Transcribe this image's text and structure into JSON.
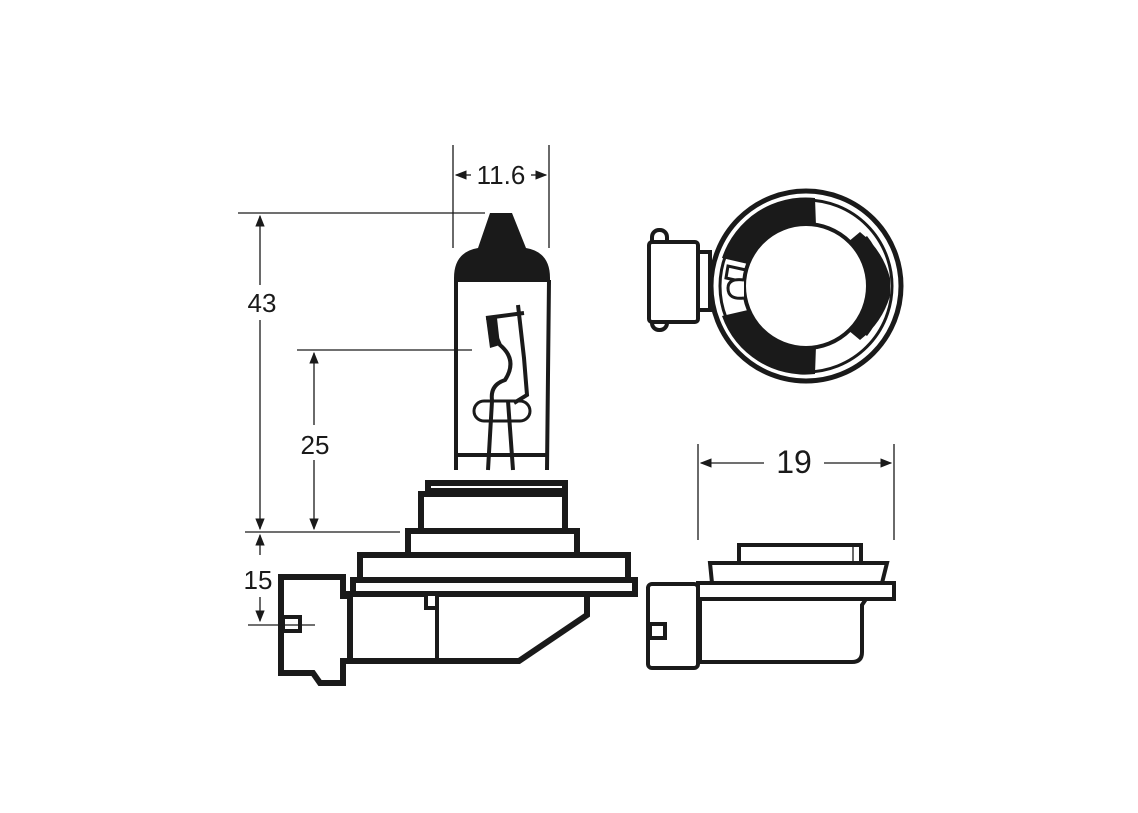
{
  "diagram": {
    "subject": "H11 halogen bulb dimension drawing",
    "colors": {
      "line": "#1a1a1a",
      "background": "#ffffff"
    },
    "views": [
      {
        "id": "side-view",
        "label": "Side view"
      },
      {
        "id": "top-view",
        "label": "Top view"
      },
      {
        "id": "front-base-view",
        "label": "Base view"
      }
    ],
    "dimensions": {
      "glass_width": "11.6",
      "overall_height": "43",
      "light_center_height": "25",
      "connector_offset": "15",
      "base_width": "19"
    }
  }
}
